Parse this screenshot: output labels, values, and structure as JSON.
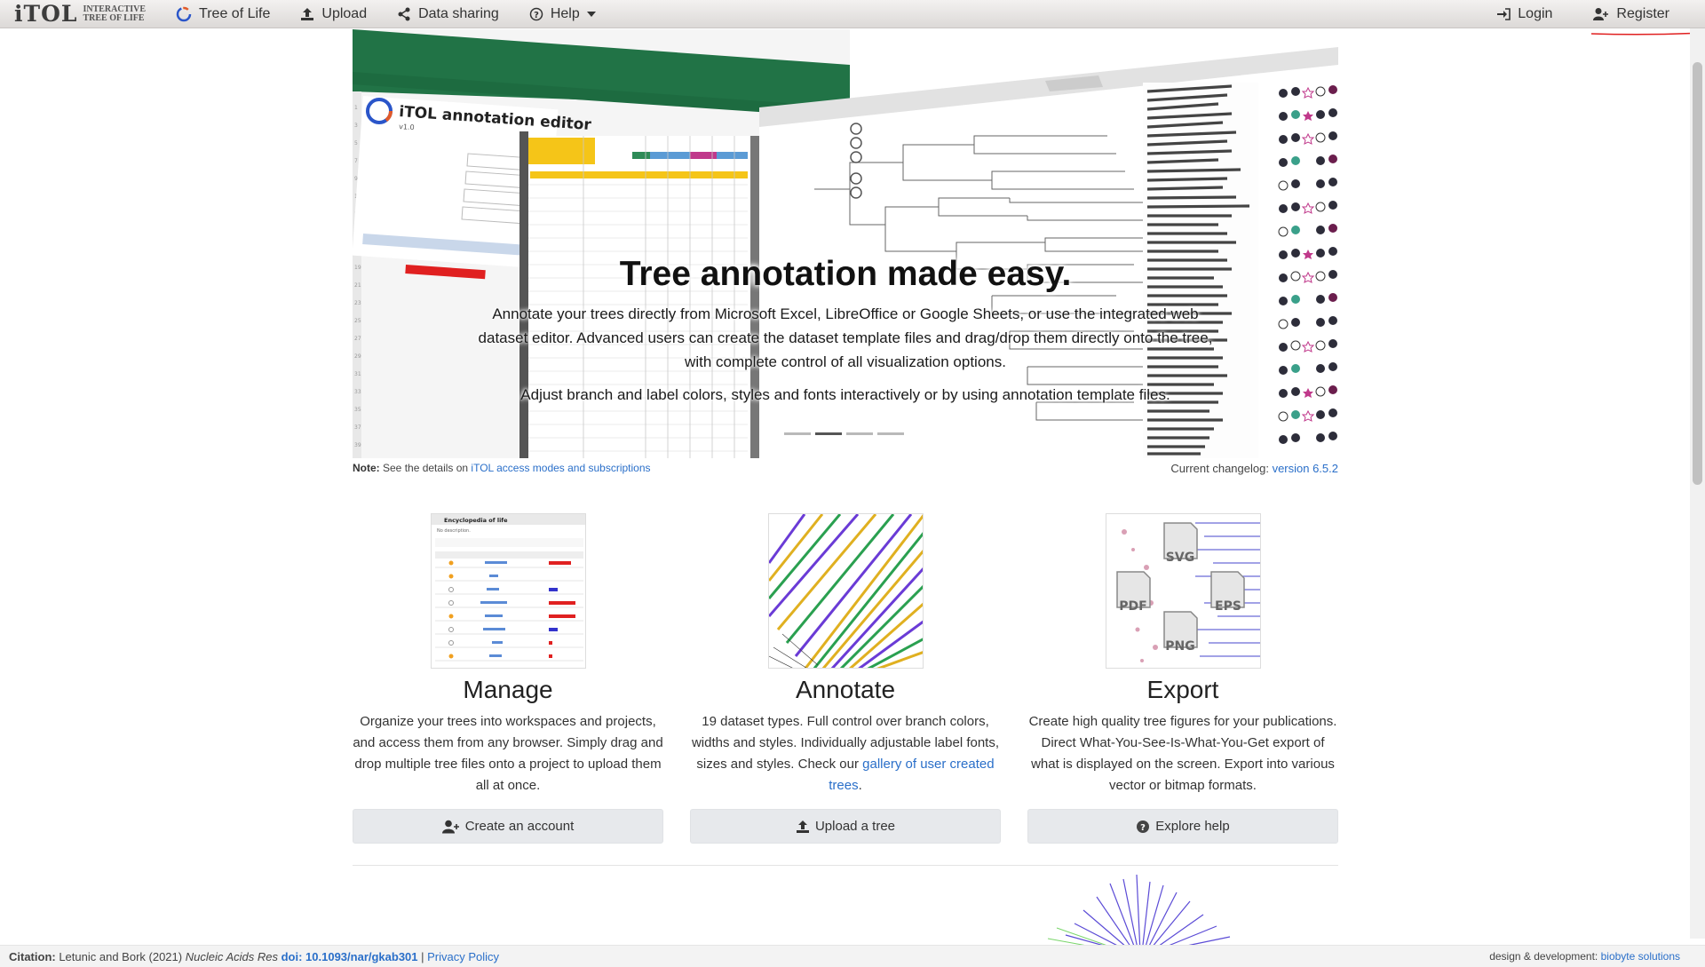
{
  "navbar": {
    "brand": "iTOL",
    "brand_sub_line1": "INTERACTIVE",
    "brand_sub_line2": "TREE OF LIFE",
    "items": [
      {
        "label": "Tree of Life",
        "icon": "tree-icon"
      },
      {
        "label": "Upload",
        "icon": "upload-icon"
      },
      {
        "label": "Data sharing",
        "icon": "share-icon"
      },
      {
        "label": "Help",
        "icon": "help-icon"
      }
    ],
    "login": "Login",
    "register": "Register"
  },
  "hero": {
    "title": "Tree annotation made easy.",
    "text": "Annotate your trees directly from Microsoft Excel, LibreOffice or Google Sheets, or use the integrated web dataset editor. Advanced users can create the dataset template files and drag/drop them directly onto the tree, with complete control of all visualization options.",
    "text2": "Adjust branch and label colors, styles and fonts interactively or by using annotation template files.",
    "active_slide": 2,
    "slide_count": 4,
    "editor_title": "iTOL annotation editor",
    "editor_version": "v1.0"
  },
  "note": {
    "label": "Note:",
    "text": " See the details on ",
    "link": "iTOL access modes and subscriptions"
  },
  "changelog": {
    "label": "Current changelog: ",
    "link": "version 6.5.2"
  },
  "features": {
    "manage": {
      "title": "Manage",
      "text": "Organize your trees into workspaces and projects, and access them from any browser. Simply drag and drop multiple tree files onto a project to upload them all at once.",
      "button": "Create an account",
      "thumb_title": "Encyclopedia of life",
      "thumb_sub": "No description."
    },
    "annotate": {
      "title": "Annotate",
      "text_before": "19 dataset types. Full control over branch colors, widths and styles. Individually adjustable label fonts, sizes and styles. Check our ",
      "link": "gallery of user created trees",
      "text_after": ".",
      "button": "Upload a tree"
    },
    "export": {
      "title": "Export",
      "text": "Create high quality tree figures for your publications. Direct What-You-See-Is-What-You-Get export of what is displayed on the screen. Export into various vector or bitmap formats.",
      "button": "Explore help",
      "formats": [
        "SVG",
        "PDF",
        "EPS",
        "PNG"
      ]
    }
  },
  "footer": {
    "citation_label": "Citation:",
    "citation_authors": " Letunic and Bork (2021) ",
    "journal": "Nucleic Acids Res",
    "doi": "doi: 10.1093/nar/gkab301",
    "sep": " | ",
    "privacy": "Privacy Policy",
    "design_label": "design & development: ",
    "design_link": "biobyte solutions"
  },
  "colors": {
    "accent": "#2a6fc9",
    "excel_green": "#217346",
    "button_bg": "#e7e9ec"
  }
}
